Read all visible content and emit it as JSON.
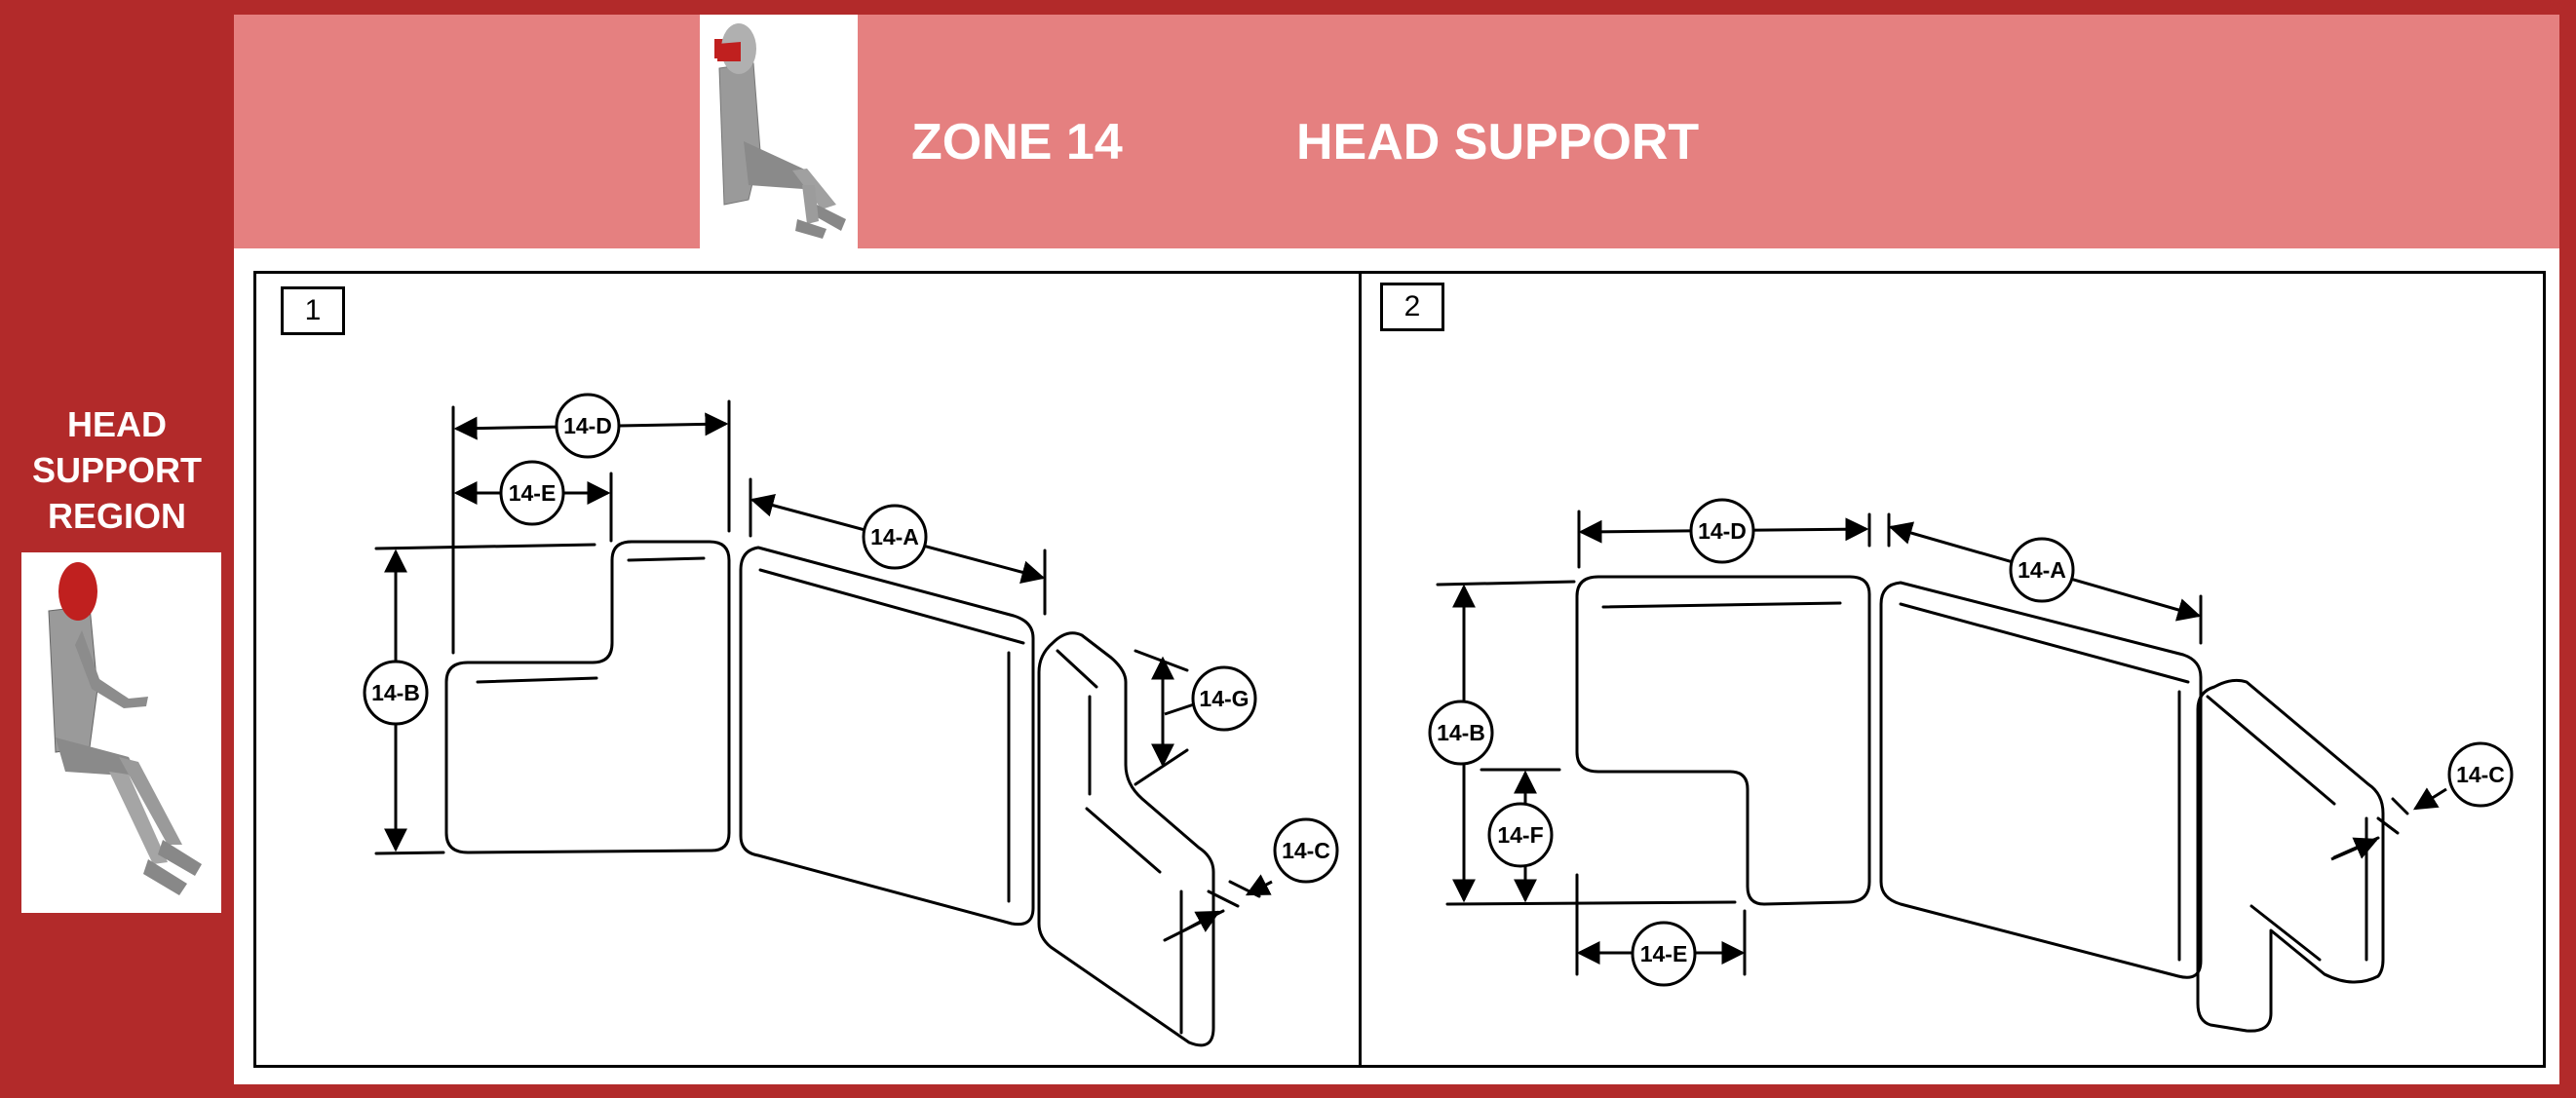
{
  "sidebar": {
    "title_lines": [
      "HEAD",
      "SUPPORT",
      "REGION"
    ]
  },
  "header": {
    "zone_label": "ZONE 14",
    "title": "HEAD SUPPORT"
  },
  "panels": [
    {
      "number": "1",
      "callouts": [
        "14-D",
        "14-E",
        "14-A",
        "14-B",
        "14-G",
        "14-C"
      ]
    },
    {
      "number": "2",
      "callouts": [
        "14-D",
        "14-A",
        "14-B",
        "14-F",
        "14-C",
        "14-E"
      ]
    }
  ],
  "colors": {
    "sidebar": "#b22a2a",
    "header": "#e58080",
    "highlight": "#c0201f",
    "text": "#ffffff"
  }
}
